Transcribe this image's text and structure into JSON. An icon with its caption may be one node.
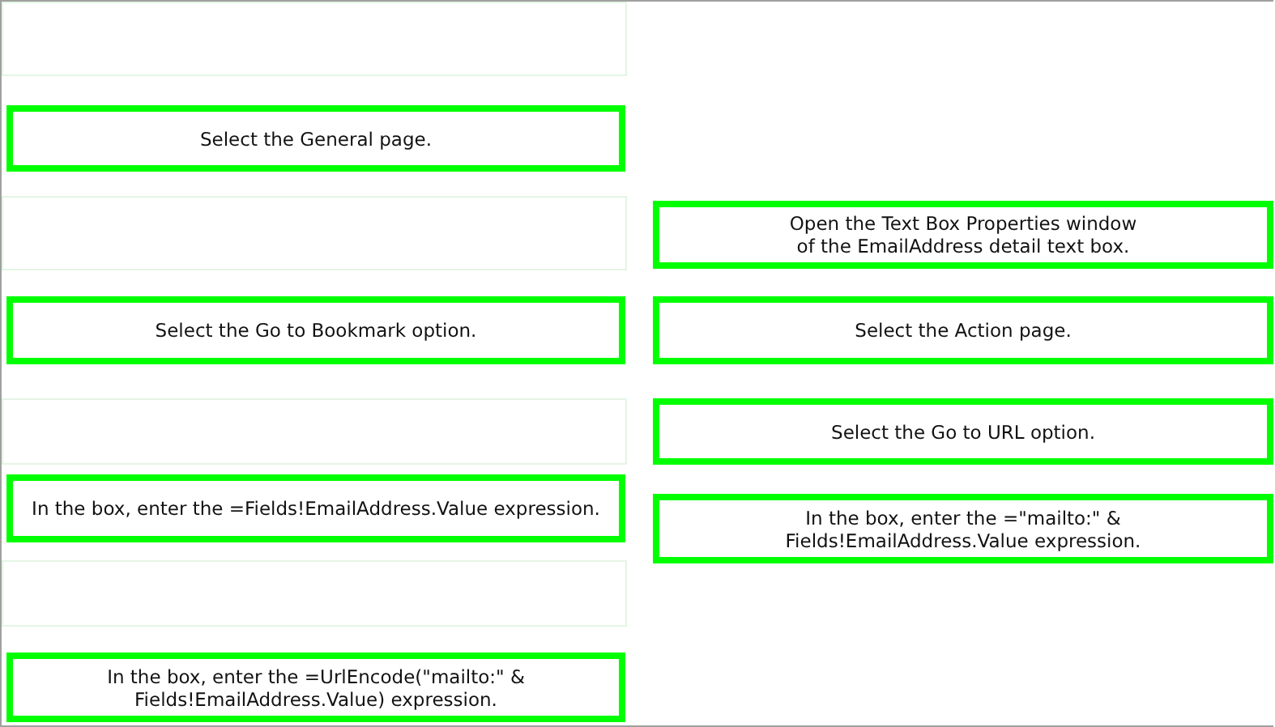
{
  "diagram": {
    "nodes": [
      {
        "text": [],
        "shape": "box"
      },
      {
        "text": [
          "Select the General page."
        ]
      },
      {
        "text": [],
        "shape": "box"
      },
      {
        "text": [
          "Open the Text Box Properties window of the EmailAddress detail text box."
        ]
      },
      {
        "text": [
          "Select the Go to Bookmark option."
        ]
      },
      {
        "text": [
          "Select the Action page."
        ]
      },
      {
        "text": [],
        "shape": "box"
      },
      {
        "text": [
          "Select the Go to URL option."
        ]
      },
      {
        "text": [
          "In the box, enter the =Fields!EmailAddress.Value expression."
        ]
      },
      {
        "text": [
          "In the box, enter the =\"mailto:\" & Fields!EmailAddress.Value expression."
        ]
      },
      {
        "text": [],
        "shape": "box"
      },
      {
        "text": [
          "In the box, enter the =UrlEncode(\"mailto:\" & Fields!EmailAddress.Value) expression."
        ]
      }
    ],
    "edges": []
  }
}
